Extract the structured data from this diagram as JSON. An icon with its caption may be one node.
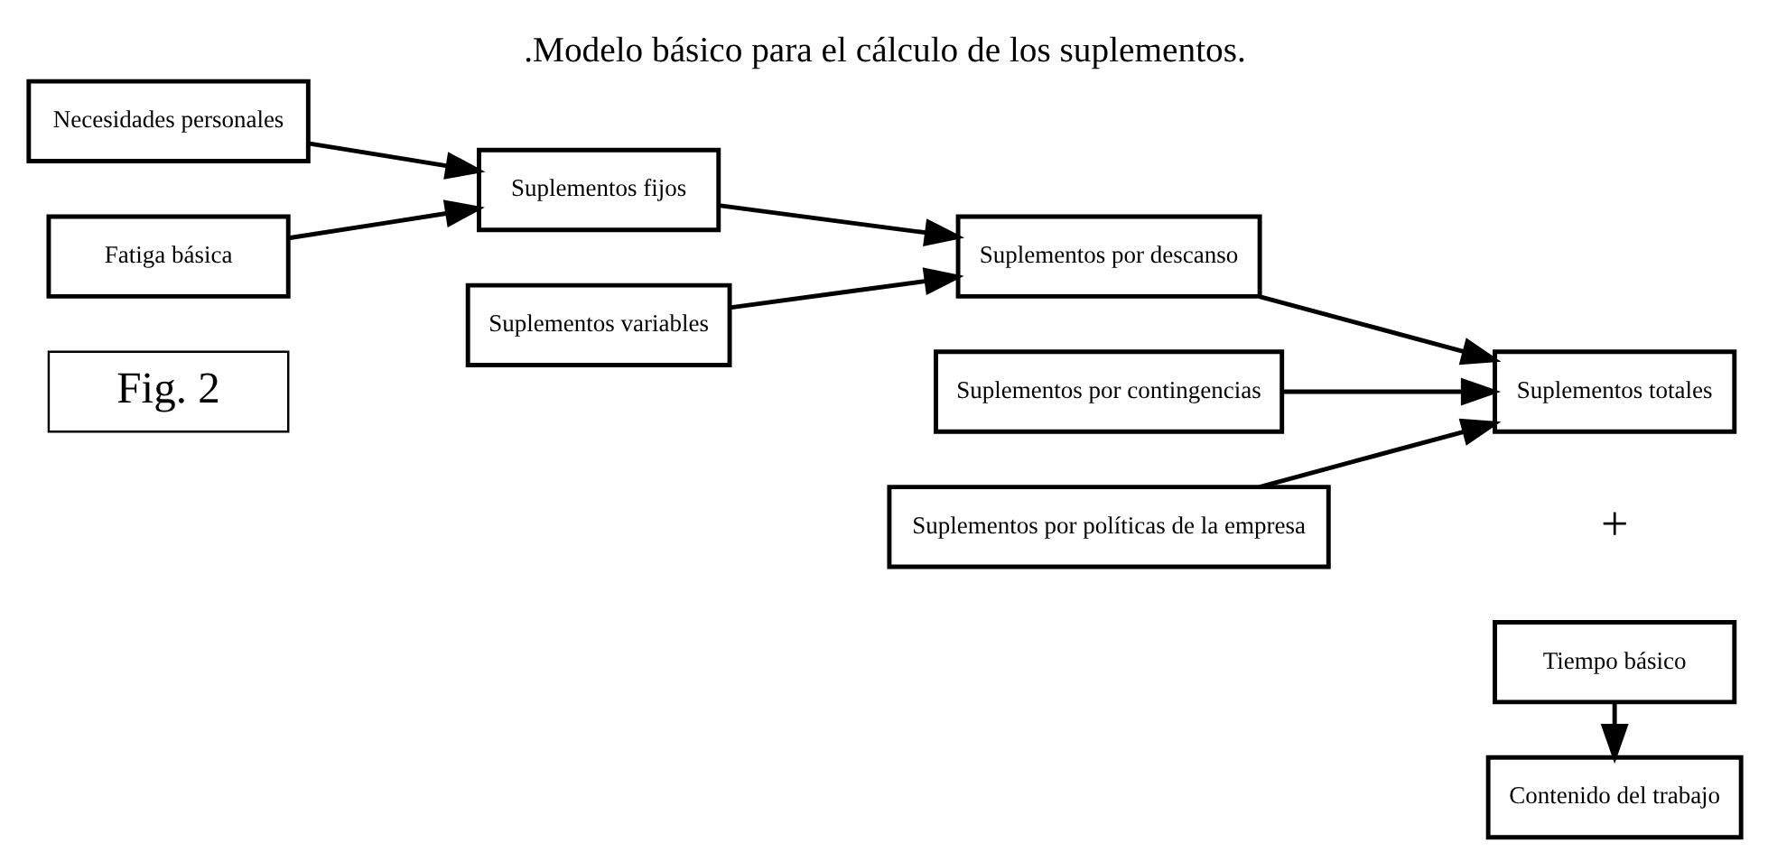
{
  "diagram": {
    "title": ".Modelo básico para el cálculo de los suplementos.",
    "nodes": [
      {
        "text": [
          "Necesidades personales"
        ]
      },
      {
        "text": [
          "Fatiga básica"
        ]
      },
      {
        "text": [
          "Suplementos fijos"
        ]
      },
      {
        "text": [
          "Suplementos variables"
        ]
      },
      {
        "text": [
          "Suplementos por descanso"
        ]
      },
      {
        "text": [
          "Suplementos por contingencias"
        ]
      },
      {
        "text": [
          "Suplementos por políticas de la empresa"
        ]
      },
      {
        "text": [
          "Suplementos totales"
        ]
      },
      {
        "text": [
          "Tiempo básico"
        ]
      },
      {
        "text": [
          "Contenido del trabajo"
        ]
      },
      {
        "text": [
          "Fig. 2"
        ]
      }
    ],
    "edges": [
      {
        "from": 0,
        "to": 2,
        "arrow": "to"
      },
      {
        "from": 1,
        "to": 2,
        "arrow": "to"
      },
      {
        "from": 2,
        "to": 4,
        "arrow": "to"
      },
      {
        "from": 3,
        "to": 4,
        "arrow": "to"
      },
      {
        "from": 4,
        "to": 7,
        "arrow": "to"
      },
      {
        "from": 5,
        "to": 7,
        "arrow": "to"
      },
      {
        "from": 6,
        "to": 7,
        "arrow": "to"
      },
      {
        "from": 8,
        "to": 9,
        "arrow": "to"
      }
    ],
    "labels": [
      "+"
    ]
  }
}
